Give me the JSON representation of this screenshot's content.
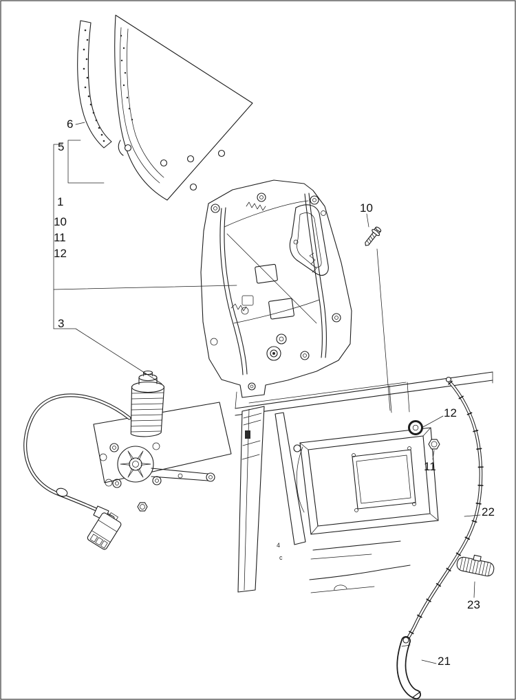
{
  "colors": {
    "line": "#1c1c1c",
    "background": "#ffffff"
  },
  "labels": [
    {
      "id": "part-6",
      "text": "6"
    },
    {
      "id": "part-5",
      "text": "5"
    },
    {
      "id": "part-1",
      "text": "1"
    },
    {
      "id": "part-10-left",
      "text": "10"
    },
    {
      "id": "part-11-left",
      "text": "11"
    },
    {
      "id": "part-12-left",
      "text": "12"
    },
    {
      "id": "part-3",
      "text": "3"
    },
    {
      "id": "part-10-right",
      "text": "10"
    },
    {
      "id": "part-12-right",
      "text": "12"
    },
    {
      "id": "part-11-right",
      "text": "11"
    },
    {
      "id": "part-22",
      "text": "22"
    },
    {
      "id": "part-23",
      "text": "23"
    },
    {
      "id": "part-21",
      "text": "21"
    }
  ],
  "annotations": [
    {
      "text": "4"
    },
    {
      "text": "c"
    }
  ]
}
